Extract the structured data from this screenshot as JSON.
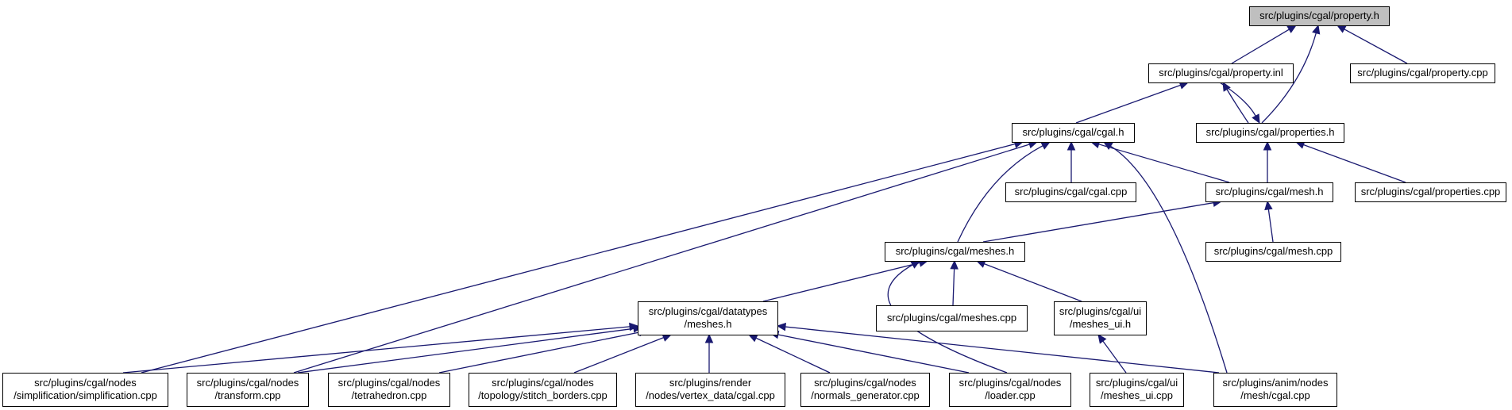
{
  "graph": {
    "colors": {
      "edge": "#191970",
      "root_fill": "#bfbfbf",
      "node_fill": "#ffffff",
      "border": "#000000"
    },
    "nodes": [
      {
        "id": "property_h",
        "lines": [
          "src/plugins/cgal/property.h"
        ],
        "root": true
      },
      {
        "id": "property_inl",
        "lines": [
          "src/plugins/cgal/property.inl"
        ]
      },
      {
        "id": "property_cpp",
        "lines": [
          "src/plugins/cgal/property.cpp"
        ]
      },
      {
        "id": "cgal_h",
        "lines": [
          "src/plugins/cgal/cgal.h"
        ]
      },
      {
        "id": "properties_h",
        "lines": [
          "src/plugins/cgal/properties.h"
        ]
      },
      {
        "id": "cgal_cpp",
        "lines": [
          "src/plugins/cgal/cgal.cpp"
        ]
      },
      {
        "id": "mesh_h",
        "lines": [
          "src/plugins/cgal/mesh.h"
        ]
      },
      {
        "id": "properties_cpp",
        "lines": [
          "src/plugins/cgal/properties.cpp"
        ]
      },
      {
        "id": "meshes_h",
        "lines": [
          "src/plugins/cgal/meshes.h"
        ]
      },
      {
        "id": "mesh_cpp",
        "lines": [
          "src/plugins/cgal/mesh.cpp"
        ]
      },
      {
        "id": "datatypes_meshes_h",
        "lines": [
          "src/plugins/cgal/datatypes",
          "/meshes.h"
        ]
      },
      {
        "id": "meshes_cpp",
        "lines": [
          "src/plugins/cgal/meshes.cpp"
        ]
      },
      {
        "id": "ui_meshes_ui_h",
        "lines": [
          "src/plugins/cgal/ui",
          "/meshes_ui.h"
        ]
      },
      {
        "id": "simplification_cpp",
        "lines": [
          "src/plugins/cgal/nodes",
          "/simplification/simplification.cpp"
        ]
      },
      {
        "id": "transform_cpp",
        "lines": [
          "src/plugins/cgal/nodes",
          "/transform.cpp"
        ]
      },
      {
        "id": "tetrahedron_cpp",
        "lines": [
          "src/plugins/cgal/nodes",
          "/tetrahedron.cpp"
        ]
      },
      {
        "id": "stitch_borders_cpp",
        "lines": [
          "src/plugins/cgal/nodes",
          "/topology/stitch_borders.cpp"
        ]
      },
      {
        "id": "render_cgal_cpp",
        "lines": [
          "src/plugins/render",
          "/nodes/vertex_data/cgal.cpp"
        ]
      },
      {
        "id": "normals_generator_cpp",
        "lines": [
          "src/plugins/cgal/nodes",
          "/normals_generator.cpp"
        ]
      },
      {
        "id": "loader_cpp",
        "lines": [
          "src/plugins/cgal/nodes",
          "/loader.cpp"
        ]
      },
      {
        "id": "meshes_ui_cpp",
        "lines": [
          "src/plugins/cgal/ui",
          "/meshes_ui.cpp"
        ]
      },
      {
        "id": "anim_mesh_cgal_cpp",
        "lines": [
          "src/plugins/anim/nodes",
          "/mesh/cgal.cpp"
        ]
      }
    ],
    "edges": [
      {
        "from": "property_inl",
        "to": "property_h"
      },
      {
        "from": "properties_h",
        "to": "property_h"
      },
      {
        "from": "property_cpp",
        "to": "property_h"
      },
      {
        "from": "cgal_h",
        "to": "property_inl"
      },
      {
        "from": "properties_h",
        "to": "property_inl"
      },
      {
        "from": "property_inl",
        "to": "properties_h"
      },
      {
        "from": "mesh_h",
        "to": "properties_h"
      },
      {
        "from": "properties_cpp",
        "to": "properties_h"
      },
      {
        "from": "simplification_cpp",
        "to": "cgal_h"
      },
      {
        "from": "transform_cpp",
        "to": "cgal_h"
      },
      {
        "from": "meshes_h",
        "to": "cgal_h"
      },
      {
        "from": "cgal_cpp",
        "to": "cgal_h"
      },
      {
        "from": "mesh_h",
        "to": "cgal_h"
      },
      {
        "from": "anim_mesh_cgal_cpp",
        "to": "cgal_h"
      },
      {
        "from": "meshes_h",
        "to": "mesh_h"
      },
      {
        "from": "mesh_cpp",
        "to": "mesh_h"
      },
      {
        "from": "datatypes_meshes_h",
        "to": "meshes_h"
      },
      {
        "from": "loader_cpp",
        "to": "meshes_h"
      },
      {
        "from": "meshes_cpp",
        "to": "meshes_h"
      },
      {
        "from": "ui_meshes_ui_h",
        "to": "meshes_h"
      },
      {
        "from": "simplification_cpp",
        "to": "datatypes_meshes_h"
      },
      {
        "from": "transform_cpp",
        "to": "datatypes_meshes_h"
      },
      {
        "from": "tetrahedron_cpp",
        "to": "datatypes_meshes_h"
      },
      {
        "from": "stitch_borders_cpp",
        "to": "datatypes_meshes_h"
      },
      {
        "from": "render_cgal_cpp",
        "to": "datatypes_meshes_h"
      },
      {
        "from": "normals_generator_cpp",
        "to": "datatypes_meshes_h"
      },
      {
        "from": "loader_cpp",
        "to": "datatypes_meshes_h"
      },
      {
        "from": "anim_mesh_cgal_cpp",
        "to": "datatypes_meshes_h"
      },
      {
        "from": "meshes_ui_cpp",
        "to": "ui_meshes_ui_h"
      }
    ]
  }
}
